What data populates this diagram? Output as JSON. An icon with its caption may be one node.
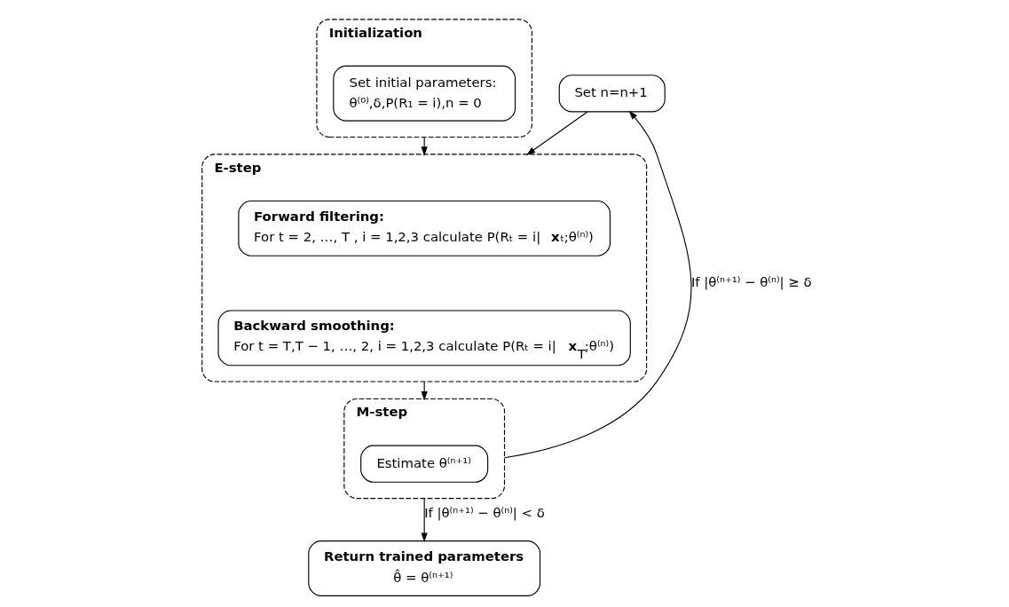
{
  "diagram": {
    "nodes": [
      {
        "text": [
          "Initialization"
        ]
      },
      {
        "text": [
          "Set initial parameters:",
          "θ⁽⁰⁾,δ,P(R₁ = i),n = 0"
        ],
        "in": 0
      },
      {
        "text": [
          "E-step"
        ]
      },
      {
        "text": [
          "Forward filtering:",
          "For t = 2, …, T , i = 1,2,3 calculate P(Rₜ = i|**x**ₜ;θ⁽ⁿ⁾)"
        ],
        "in": 2
      },
      {
        "text": [
          "Backward smoothing:",
          "For t = T,T − 1, …, 2, i = 1,2,3 calculate P(Rₜ = i|**x**$_{T}$;θ⁽ⁿ⁾)"
        ],
        "in": 2
      },
      {
        "text": [
          "Set n=n+1"
        ]
      },
      {
        "text": [
          "M-step"
        ]
      },
      {
        "text": [
          "Estimate θ⁽ⁿ⁺¹⁾"
        ],
        "in": 6
      },
      {
        "text": [
          "Return trained parameters",
          "θ̂ = θ⁽ⁿ⁺¹⁾"
        ]
      }
    ],
    "edges": [
      {
        "from": 0,
        "to": 2,
        "arrow": "to"
      },
      {
        "from": 2,
        "to": 6,
        "arrow": "to"
      },
      {
        "from": 6,
        "to": 5,
        "arrow": "to",
        "label": "If |θ⁽ⁿ⁺¹⁾ − θ⁽ⁿ⁾| ≥ δ"
      },
      {
        "from": 5,
        "to": 2,
        "arrow": "to"
      },
      {
        "from": 6,
        "to": 8,
        "arrow": "to",
        "label": "If |θ⁽ⁿ⁺¹⁾ − θ⁽ⁿ⁾| < δ"
      }
    ]
  }
}
